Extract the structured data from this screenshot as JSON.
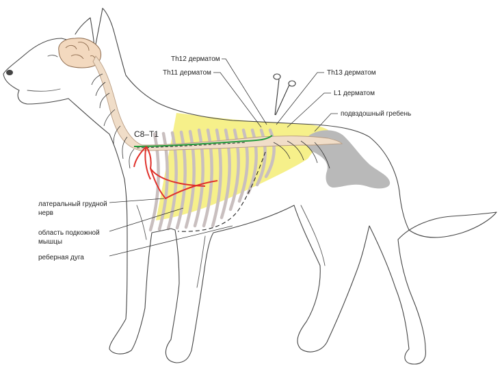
{
  "labels": {
    "th12": "Th12 дерматом",
    "th11": "Th11 дерматом",
    "th13": "Th13 дерматом",
    "l1": "L1 дерматом",
    "iliac_crest": "подвздошный гребень",
    "c8t1": "C8–T1",
    "lat_pectoral_line1": "латеральный грудной",
    "lat_pectoral_line2": "нерв",
    "cutaneous_line1": "область подкожной",
    "cutaneous_line2": "мышцы",
    "costal_arch": "реберная дуга"
  },
  "colors": {
    "outline": "#444444",
    "dermatome_zone": "#f6f08a",
    "ribs": "#c9bfbf",
    "spinal_cord": "#f0ddc8",
    "spinal_cord_edge": "#b89c82",
    "brain": "#f3d9bf",
    "brain_edge": "#8c6a4d",
    "nerve_red": "#e0302a",
    "dermatome_green": "#1f9a3a",
    "pelvis_gray": "#b9b9b9"
  },
  "icons": {
    "scissors": "surgical-scissors-icon"
  }
}
